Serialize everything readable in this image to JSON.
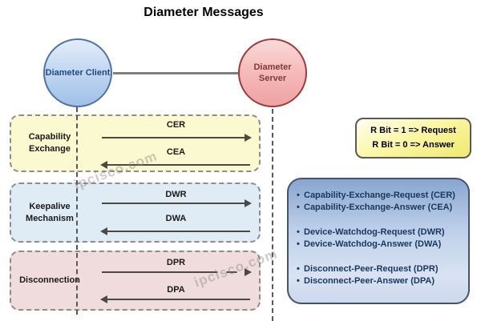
{
  "title": "Diameter Messages",
  "nodes": {
    "client": {
      "label": "Diameter Client"
    },
    "server": {
      "label": "Diameter Server"
    }
  },
  "groups": [
    {
      "label": "Capability Exchange",
      "messages": [
        {
          "label": "CER",
          "direction": "client-to-server"
        },
        {
          "label": "CEA",
          "direction": "server-to-client"
        }
      ]
    },
    {
      "label": "Keepalive Mechanism",
      "messages": [
        {
          "label": "DWR",
          "direction": "client-to-server"
        },
        {
          "label": "DWA",
          "direction": "server-to-client"
        }
      ]
    },
    {
      "label": "Disconnection",
      "messages": [
        {
          "label": "DPR",
          "direction": "client-to-server"
        },
        {
          "label": "DPA",
          "direction": "server-to-client"
        }
      ]
    }
  ],
  "legend": {
    "lines": [
      "R Bit = 1 => Request",
      "R Bit = 0 => Answer"
    ]
  },
  "message_list": {
    "groups": [
      [
        "Capability-Exchange-Request (CER)",
        "Capability-Exchange-Answer (CEA)"
      ],
      [
        "Device-Watchdog-Request (DWR)",
        "Device-Watchdog-Answer (DWA)"
      ],
      [
        "Disconnect-Peer-Request (DPR)",
        "Disconnect-Peer-Answer (DPA)"
      ]
    ]
  },
  "watermark": {
    "text": "ipcisco.com"
  },
  "colors": {
    "client_fill": "#A0C0E8",
    "client_border": "#4F74A3",
    "client_text": "#1F497D",
    "server_fill": "#EFA2A2",
    "server_border": "#9E3B3B",
    "server_text": "#7F3B3B",
    "capability_box_fill": "#FBF9CF",
    "keepalive_box_fill": "#DFECF5",
    "disconnection_box_fill": "#F0DCDC",
    "box_border": "#8C8C8C",
    "arrow": "#4A4A42",
    "legend_fill": "#EFE96E",
    "legend_border": "#595959",
    "list_fill_top": "#8AA5CF",
    "list_fill_bottom": "#D9E3F3",
    "list_border": "#44546A",
    "list_text": "#17375D"
  }
}
